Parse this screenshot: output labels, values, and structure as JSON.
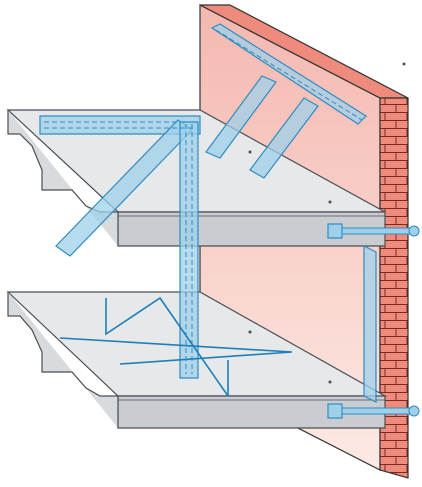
{
  "figure": {
    "kind": "isometric construction detail",
    "components": [
      "brick-wall",
      "upper-slab",
      "lower-slab",
      "blue-bracing-members",
      "wall-anchor-bolts"
    ]
  },
  "colors": {
    "background": "#ffffff",
    "wall_face": "#f4b8b0",
    "wall_face_light": "#fde9e4",
    "brick": "#ef8b7c",
    "mortar": "#7a2a22",
    "slab_top": "#e6e8ea",
    "slab_side": "#c9cdd1",
    "slab_edge": "#4a4f55",
    "brace_fill": "#9fd0ea",
    "brace_stroke": "#2f8cc0",
    "rod": "#1f7fb8"
  }
}
